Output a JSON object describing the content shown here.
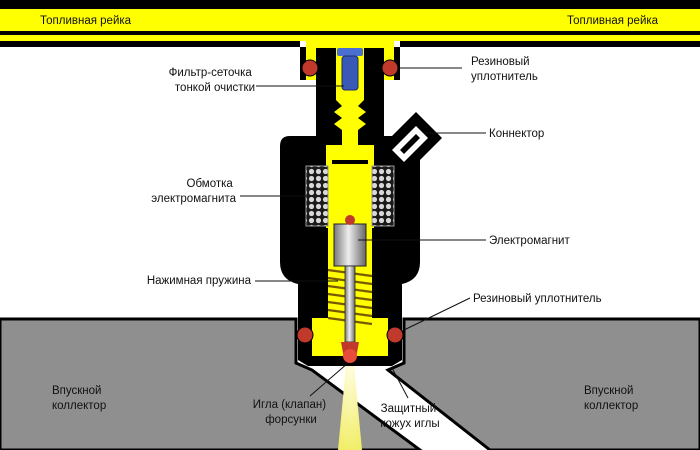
{
  "colors": {
    "fuel": "#ffff00",
    "body": "#000000",
    "manifold": "#8f8f8f",
    "background": "#ffffff",
    "seal": "#c0392b",
    "filter": "#4a6fd1",
    "coil": "#cfcfcf",
    "spray": "#f6f28a"
  },
  "rail": {
    "label_left": "Топливная рейка",
    "label_right": "Топливная рейка"
  },
  "labels": {
    "filter": [
      "Фильтр-сеточка",
      "тонкой очистки"
    ],
    "seal_top": [
      "Резиновый",
      "уплотнитель"
    ],
    "connector": [
      "Коннектор"
    ],
    "coil": [
      "Обмотка",
      "электромагнита"
    ],
    "electromagnet": [
      "Электромагнит"
    ],
    "spring": [
      "Нажимная пружина"
    ],
    "seal_bottom": [
      "Резиновый  уплотнитель"
    ],
    "manifold_left": [
      "Впускной",
      "коллектор"
    ],
    "manifold_right": [
      "Впускной",
      "коллектор"
    ],
    "needle": [
      "Игла (клапан)",
      "форсунки"
    ],
    "guard": [
      "Защитный",
      "кожух иглы"
    ]
  }
}
